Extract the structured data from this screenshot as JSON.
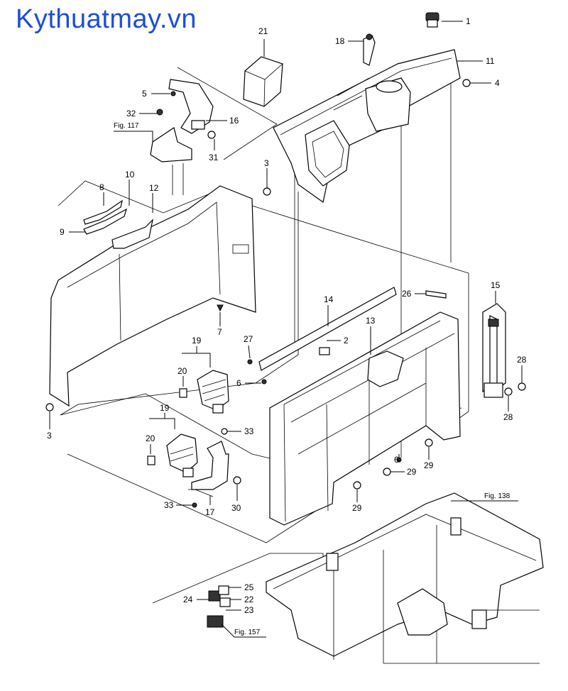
{
  "watermark": "Kythuatmay.vn",
  "callouts": {
    "c1": "1",
    "c2": "2",
    "c3a": "3",
    "c3b": "3",
    "c4": "4",
    "c5": "5",
    "c6a": "6",
    "c6b": "6",
    "c7": "7",
    "c8": "8",
    "c9": "9",
    "c10": "10",
    "c11": "11",
    "c12": "12",
    "c13": "13",
    "c14": "14",
    "c15": "15",
    "c16": "16",
    "c17": "17",
    "c18": "18",
    "c19a": "19",
    "c19b": "19",
    "c20a": "20",
    "c20b": "20",
    "c21": "21",
    "c22": "22",
    "c23": "23",
    "c24": "24",
    "c25": "25",
    "c26": "26",
    "c27": "27",
    "c28a": "28",
    "c28b": "28",
    "c29a": "29",
    "c29b": "29",
    "c29c": "29",
    "c30": "30",
    "c31": "31",
    "c32": "32",
    "c33a": "33",
    "c33b": "33"
  },
  "figure_refs": {
    "fig117": "Fig. 117",
    "fig138": "Fig. 138",
    "fig157": "Fig. 157"
  }
}
